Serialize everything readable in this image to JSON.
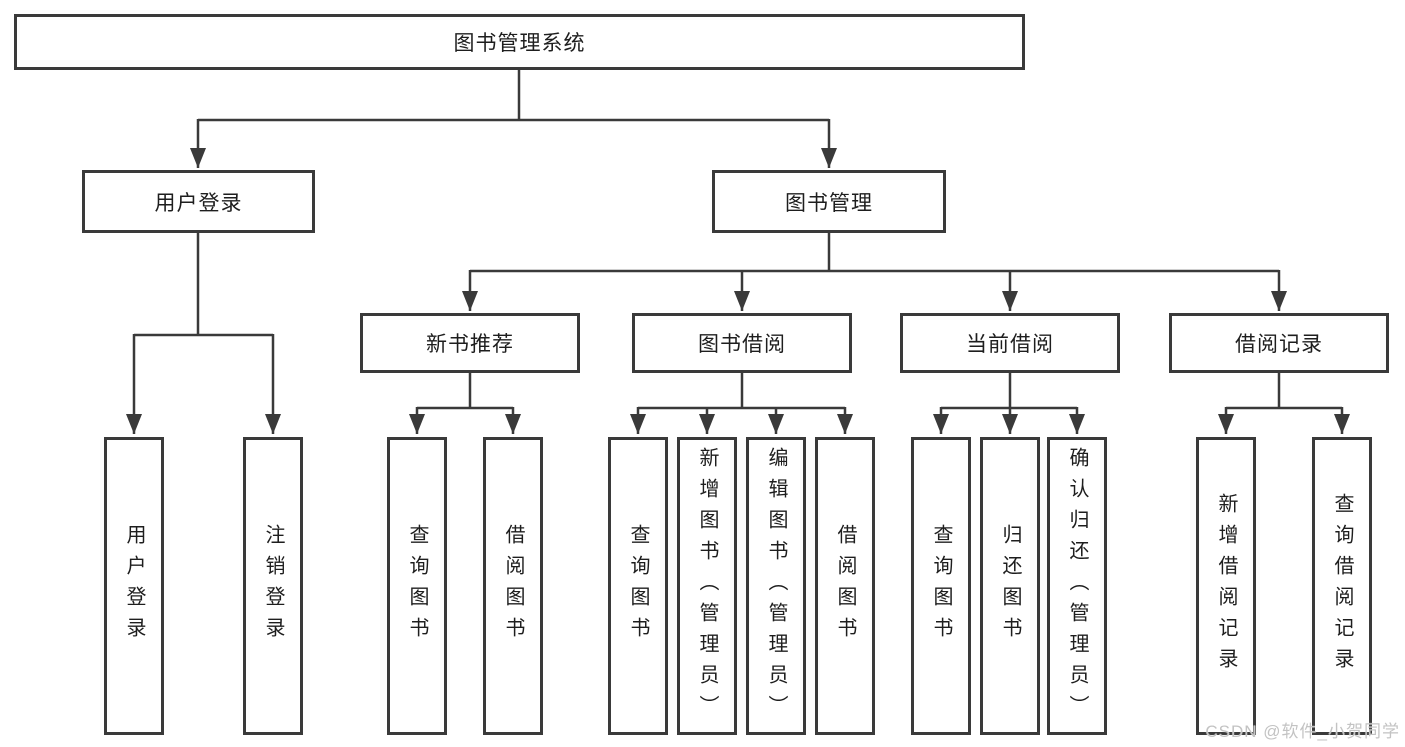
{
  "root": {
    "label": "图书管理系统"
  },
  "level2": {
    "user_login": {
      "label": "用户登录",
      "children": [
        {
          "label": "用户登录"
        },
        {
          "label": "注销登录"
        }
      ]
    },
    "book_management": {
      "label": "图书管理"
    }
  },
  "modules": [
    {
      "label": "新书推荐",
      "children": [
        {
          "label": "查询图书"
        },
        {
          "label": "借阅图书"
        }
      ]
    },
    {
      "label": "图书借阅",
      "children": [
        {
          "label": "查询图书"
        },
        {
          "label": "新增图书（管理员）"
        },
        {
          "label": "编辑图书（管理员）"
        },
        {
          "label": "借阅图书"
        }
      ]
    },
    {
      "label": "当前借阅",
      "children": [
        {
          "label": "查询图书"
        },
        {
          "label": "归还图书"
        },
        {
          "label": "确认归还（管理员）"
        }
      ]
    },
    {
      "label": "借阅记录",
      "children": [
        {
          "label": "新增借阅记录"
        },
        {
          "label": "查询借阅记录"
        }
      ]
    }
  ],
  "watermark": {
    "text": "CSDN @软件_小贺同学"
  },
  "colors": {
    "line": "#3a3a3a",
    "box_border": "#3a3a3a",
    "box_background": "#ffffff",
    "text": "#1e1e1e",
    "watermark_text": "#c3c3c3"
  }
}
